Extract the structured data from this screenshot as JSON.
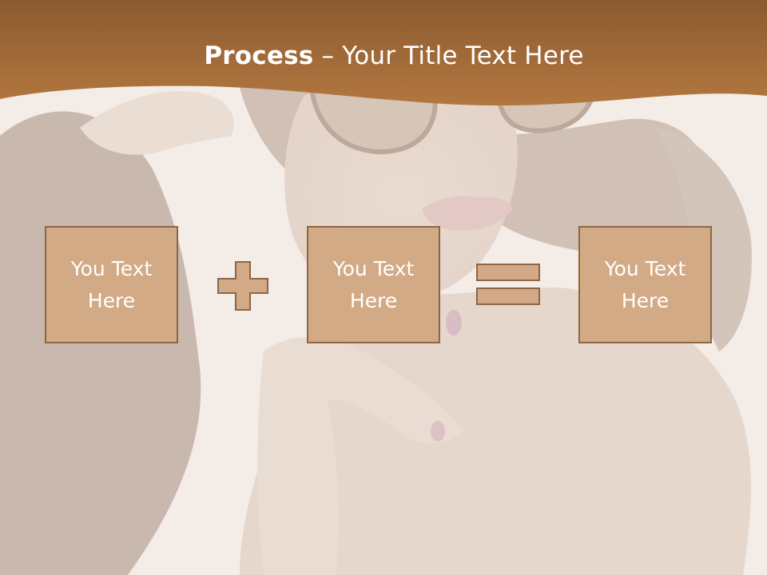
{
  "slide": {
    "title_bold": "Process",
    "title_rest": " – Your Title Text Here",
    "boxes": [
      {
        "line1": "You Text",
        "line2": "Here"
      },
      {
        "line1": "You Text",
        "line2": "Here"
      },
      {
        "line1": "You Text",
        "line2": "Here"
      }
    ],
    "symbols": [
      "plus-icon",
      "equals-icon"
    ]
  },
  "colors": {
    "header": "#a5683a",
    "box_fill": "#d2aa86",
    "box_border": "#8e6647",
    "text": "#ffffff"
  }
}
